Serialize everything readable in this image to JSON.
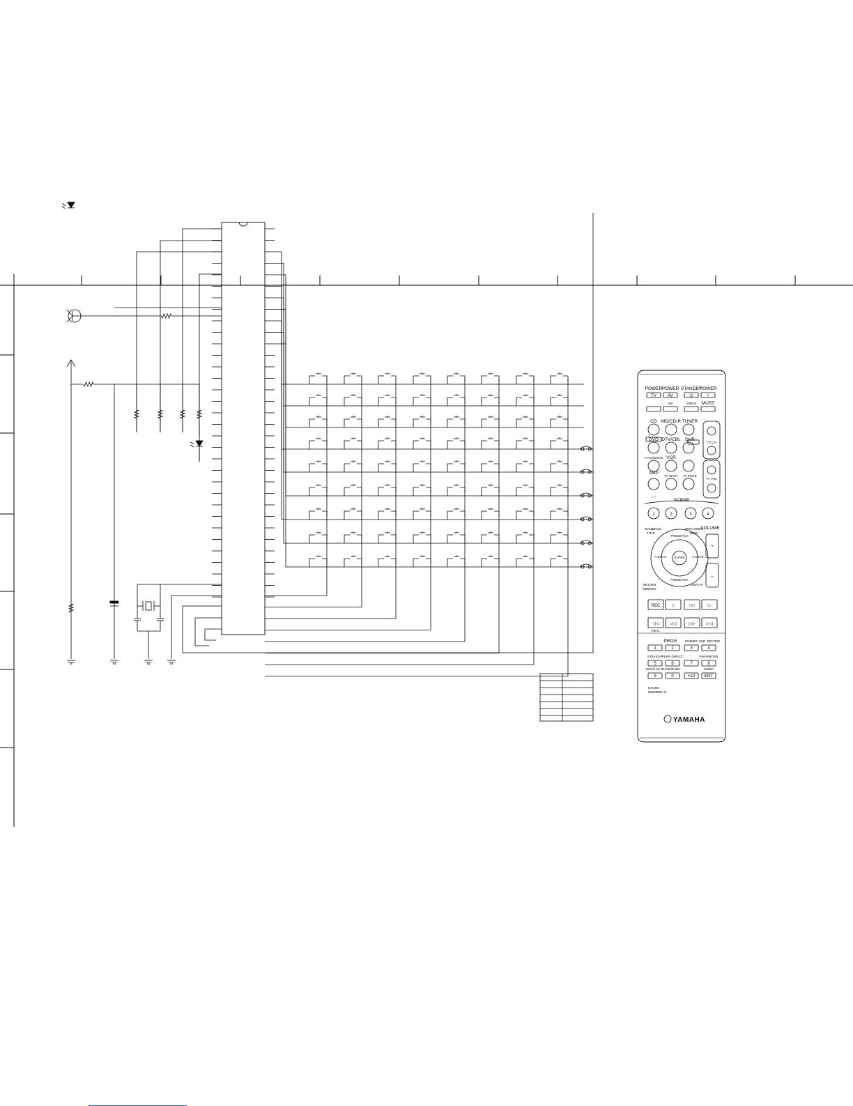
{
  "remote": {
    "brand": "YAMAHA",
    "model_lines": [
      "RAV286",
      "WW08960 JA"
    ],
    "labels": [
      {
        "text": "POWER",
        "cls": "big"
      },
      {
        "text": "POWER",
        "cls": "big"
      },
      {
        "text": "STANDBY",
        "cls": "big"
      },
      {
        "text": "POWER",
        "cls": "big"
      },
      {
        "text": "TV",
        "cls": "btn"
      },
      {
        "text": "AV",
        "cls": "btn"
      },
      {
        "text": "⏻",
        "cls": "btn"
      },
      {
        "text": "I",
        "cls": "btn"
      },
      {
        "text": "XM",
        "cls": "sm"
      },
      {
        "text": "SIRIUS",
        "cls": "sm"
      },
      {
        "text": "MUTE",
        "cls": "big"
      },
      {
        "text": "CD",
        "cls": "big"
      },
      {
        "text": "MD/CD-R",
        "cls": "big"
      },
      {
        "text": "TUNER",
        "cls": "big"
      },
      {
        "text": "TV CH",
        "cls": "sm"
      },
      {
        "text": "DVD",
        "cls": "big"
      },
      {
        "text": "DTV/CBL",
        "cls": "big"
      },
      {
        "text": "DVR",
        "cls": "big"
      },
      {
        "text": "V-AUX/DOCK",
        "cls": "sm"
      },
      {
        "text": "VCR",
        "cls": "big"
      },
      {
        "text": "AMP",
        "cls": "big"
      },
      {
        "text": "TV INPUT",
        "cls": "sm"
      },
      {
        "text": "TV MUTE",
        "cls": "sm"
      },
      {
        "text": "TV VOL",
        "cls": "sm"
      },
      {
        "text": "☆☆",
        "cls": "sm"
      },
      {
        "text": "SCENE",
        "cls": "big"
      },
      {
        "text": "1",
        "cls": "btn"
      },
      {
        "text": "2",
        "cls": "btn"
      },
      {
        "text": "3",
        "cls": "btn"
      },
      {
        "text": "4",
        "cls": "btn"
      },
      {
        "text": "BAND",
        "cls": "sm"
      },
      {
        "text": "LEVEL",
        "cls": "sm"
      },
      {
        "text": "TITLE",
        "cls": "sm"
      },
      {
        "text": "SRCH MODE",
        "cls": "sm"
      },
      {
        "text": "MENU",
        "cls": "sm"
      },
      {
        "text": "VOLUME",
        "cls": "big"
      },
      {
        "text": "PRESET/CH",
        "cls": "sm"
      },
      {
        "text": "A-E/CAT.",
        "cls": "sm"
      },
      {
        "text": "A-E/CAT.",
        "cls": "sm"
      },
      {
        "text": "ENTER",
        "cls": "sm"
      },
      {
        "text": "PRESET/CH",
        "cls": "sm"
      },
      {
        "text": "RETURN",
        "cls": "sm"
      },
      {
        "text": "MEMORY",
        "cls": "sm"
      },
      {
        "text": "DISPLAY",
        "cls": "sm"
      },
      {
        "text": "+",
        "cls": "big"
      },
      {
        "text": "–",
        "cls": "big"
      },
      {
        "text": "REC",
        "cls": "btn"
      },
      {
        "text": "□",
        "cls": "btn"
      },
      {
        "text": "□□",
        "cls": "btn"
      },
      {
        "text": "▷",
        "cls": "btn"
      },
      {
        "text": "◁◁",
        "cls": "btn"
      },
      {
        "text": "◁◁",
        "cls": "btn"
      },
      {
        "text": "▷▷",
        "cls": "btn"
      },
      {
        "text": "▷◁",
        "cls": "btn"
      },
      {
        "text": "INFO.",
        "cls": "sm"
      },
      {
        "text": "PROG",
        "cls": "big"
      },
      {
        "text": "DIMMER",
        "cls": "sm"
      },
      {
        "text": "SUR. DECODE",
        "cls": "sm"
      },
      {
        "text": "1",
        "cls": "btn"
      },
      {
        "text": "2",
        "cls": "btn"
      },
      {
        "text": "3",
        "cls": "btn"
      },
      {
        "text": "4",
        "cls": "btn"
      },
      {
        "text": "STRAIGHT",
        "cls": "sm"
      },
      {
        "text": "PURE DIRECT",
        "cls": "sm"
      },
      {
        "text": "PARAMETER",
        "cls": "sm"
      },
      {
        "text": "5",
        "cls": "btn"
      },
      {
        "text": "6",
        "cls": "btn"
      },
      {
        "text": "7",
        "cls": "btn"
      },
      {
        "text": "8",
        "cls": "btn"
      },
      {
        "text": "MULTI CH IN",
        "cls": "sm"
      },
      {
        "text": "AUDIO SEL",
        "cls": "sm"
      },
      {
        "text": "SLEEP",
        "cls": "sm"
      },
      {
        "text": "9",
        "cls": "btn"
      },
      {
        "text": "0",
        "cls": "btn"
      },
      {
        "text": "+10",
        "cls": "btn"
      },
      {
        "text": "ENT",
        "cls": "btn"
      }
    ]
  }
}
